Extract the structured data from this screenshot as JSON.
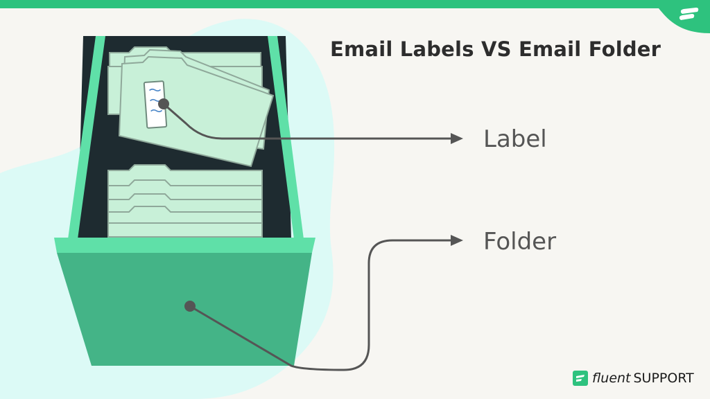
{
  "title": "Email Labels VS Email Folder",
  "callouts": {
    "label": "Label",
    "folder": "Folder"
  },
  "brand": {
    "fluent": "fluent",
    "support": "SUPPORT"
  },
  "colors": {
    "background": "#f7f6f2",
    "accent_green": "#2ec27e",
    "drawer_front": "#44b487",
    "drawer_rim": "#5fe0a8",
    "drawer_interior": "#1e2b30",
    "folder_fill": "#c8f0d8",
    "blob": "#dcfaf6",
    "connector": "#555555"
  },
  "icons": {
    "corner": "fluent-logo-icon",
    "brand": "fluent-logo-icon",
    "label_tag": "tag-icon"
  }
}
